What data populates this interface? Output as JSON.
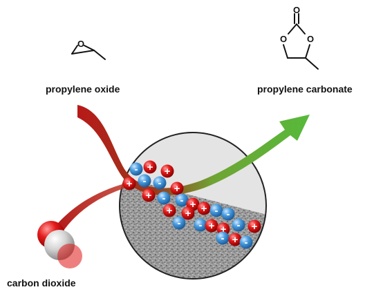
{
  "labels": {
    "propylene_oxide": "propylene oxide",
    "propylene_carbonate": "propylene carbonate",
    "carbon_dioxide": "carbon dioxide"
  },
  "atoms": {
    "oxygen": "O"
  },
  "charges": {
    "positive": "+",
    "negative": "-"
  },
  "colors": {
    "cation": "#e11b1b",
    "anion": "#4a9ee0",
    "arrow_start": "#b01818",
    "arrow_end": "#58b83a",
    "particle_fill": "#e4e4e4",
    "particle_outline": "#222222",
    "co2_oxygen": "#e01515",
    "co2_carbon": "#d8d8d8"
  }
}
